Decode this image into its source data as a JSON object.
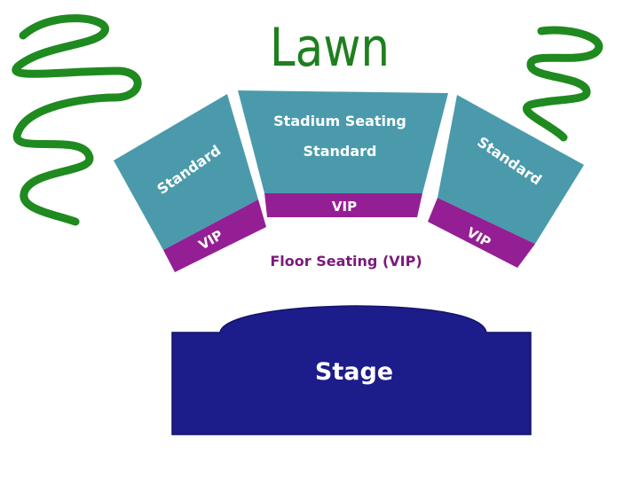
{
  "lawn": {
    "label": "Lawn",
    "color": "#1f8a1f"
  },
  "sections": {
    "left": {
      "standard": "Standard",
      "vip": "VIP"
    },
    "center": {
      "title": "Stadium Seating",
      "standard": "Standard",
      "vip": "VIP"
    },
    "right": {
      "standard": "Standard",
      "vip": "VIP"
    }
  },
  "floor": {
    "label": "Floor Seating (VIP)"
  },
  "stage": {
    "label": "Stage",
    "color": "#1c1c8a"
  },
  "colors": {
    "standard": "#4a9aac",
    "vip": "#941f94"
  }
}
